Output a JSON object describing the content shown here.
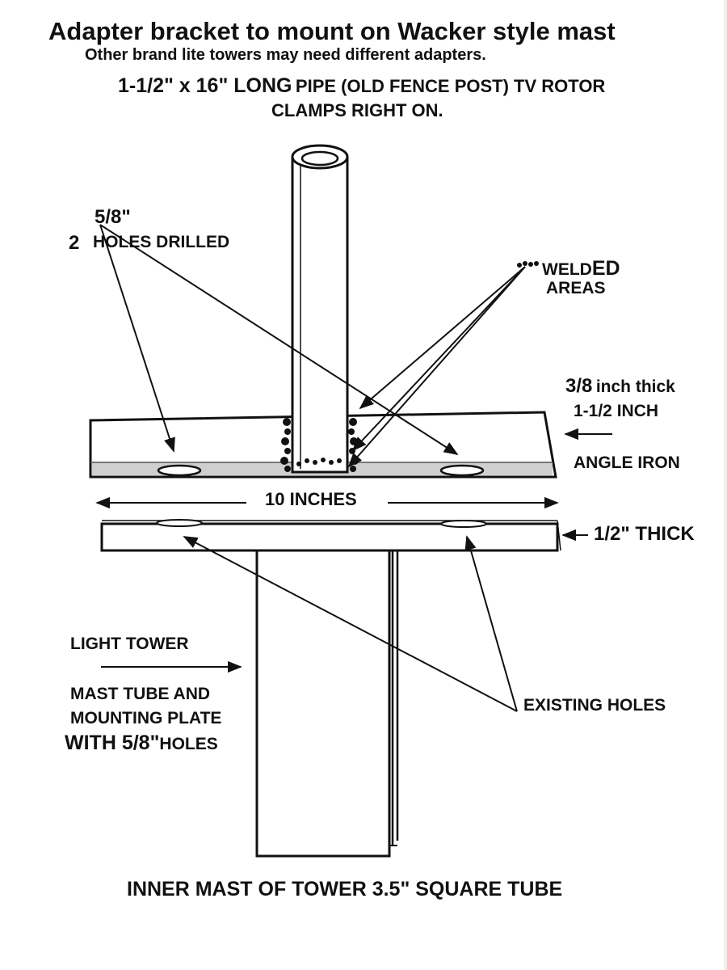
{
  "header": {
    "title": "Adapter bracket to mount on Wacker style mast",
    "subtitle": "Other brand lite towers may need different adapters."
  },
  "labels": {
    "pipe_prefix": "1-1/2\" x 16\" LONG",
    "pipe_rest": "PIPE (OLD FENCE POST) TV ROTOR",
    "pipe_line2": "CLAMPS RIGHT ON.",
    "holes_size": "5/8\"",
    "holes_count": "2",
    "holes_text": "HOLES DRILLED",
    "weld_a": "WELD",
    "weld_b": "ED",
    "weld_c": "AREAS",
    "thick_num": "3/8",
    "thick_text": "inch thick",
    "inch_line": "1-1/2 INCH",
    "angle_iron": "ANGLE IRON",
    "ten_inches": "10 INCHES",
    "half_thick": "1/2\" THICK",
    "light_tower": "LIGHT TOWER",
    "mast_tube_1": "MAST TUBE AND",
    "mast_tube_2": "MOUNTING PLATE",
    "mast_tube_3a": "WITH 5/8\"",
    "mast_tube_3b": "HOLES",
    "existing_holes": "EXISTING HOLES",
    "bottom_caption": "INNER MAST OF TOWER 3.5\" SQUARE TUBE"
  }
}
